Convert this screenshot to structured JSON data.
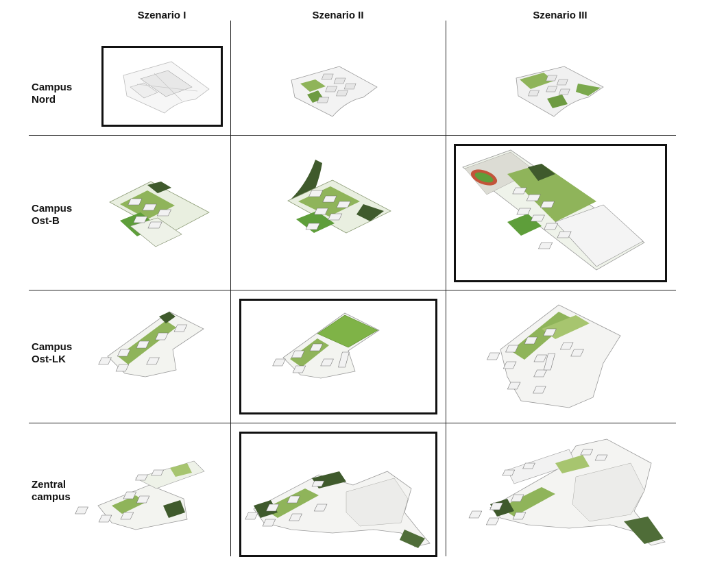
{
  "columns": [
    "Szenario I",
    "Szenario II",
    "Szenario III"
  ],
  "rows": [
    {
      "line1": "Campus",
      "line2": "Nord"
    },
    {
      "line1": "Campus",
      "line2": "Ost-B"
    },
    {
      "line1": "Campus",
      "line2": "Ost-LK"
    },
    {
      "line1": "Zentral",
      "line2": "campus"
    }
  ],
  "colors": {
    "grid_line": "#222222",
    "highlight_frame": "#111111",
    "vegetation": "#7fa84a",
    "dark_vegetation": "#3f5a2c",
    "lawn": "#5e9e3a",
    "building": "#f2f2f2",
    "track": "#c2543a"
  },
  "highlighted_cells": [
    {
      "row": 0,
      "col": 0
    },
    {
      "row": 1,
      "col": 2
    },
    {
      "row": 2,
      "col": 1
    },
    {
      "row": 3,
      "col": 1
    }
  ]
}
